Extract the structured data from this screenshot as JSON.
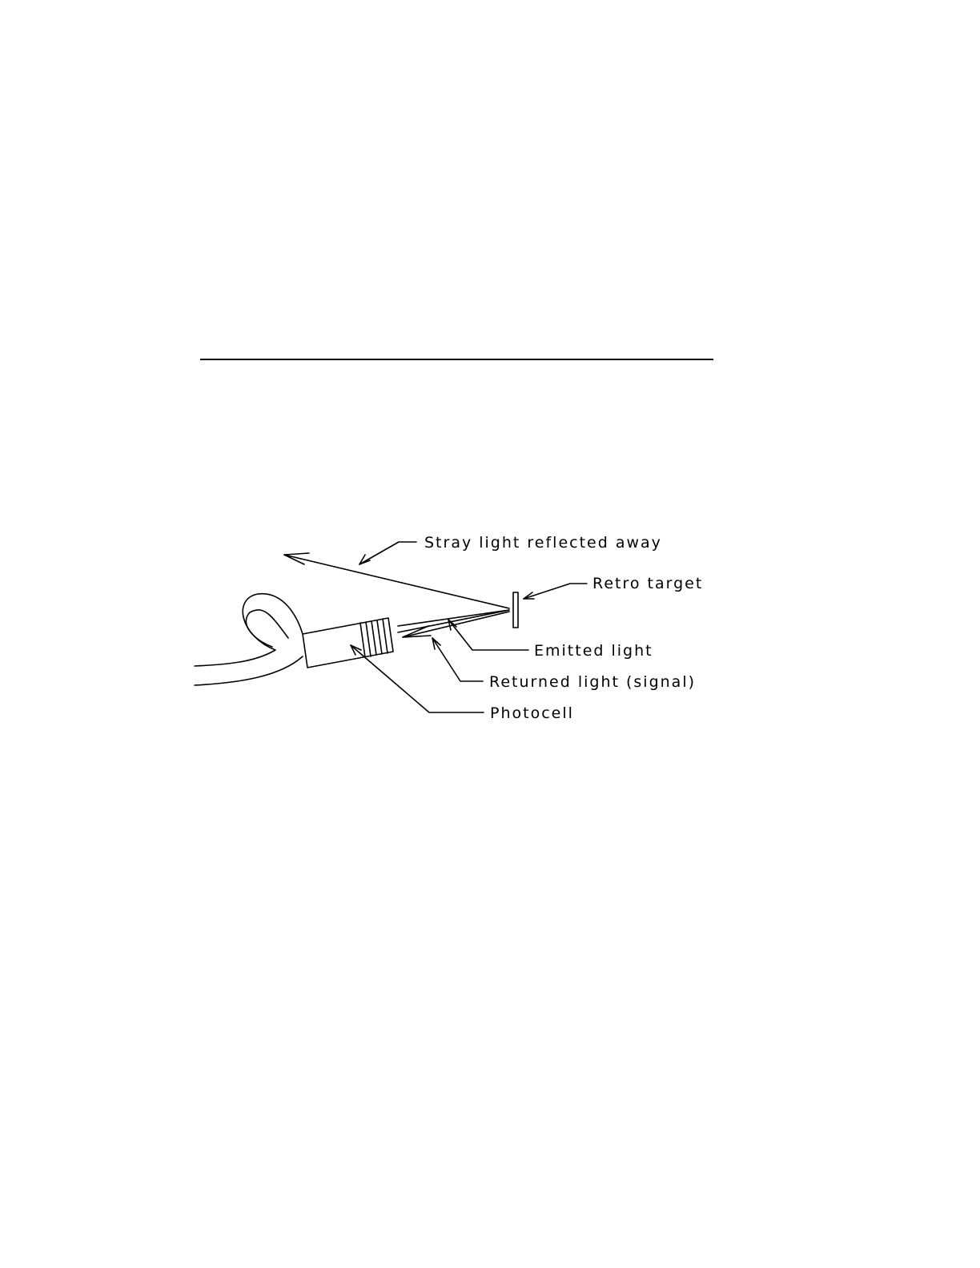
{
  "figure": {
    "labels": {
      "stray": "Stray light reflected away",
      "retro": "Retro target",
      "emitted": "Emitted light",
      "returned": "Returned light (signal)",
      "photocell": "Photocell"
    }
  }
}
